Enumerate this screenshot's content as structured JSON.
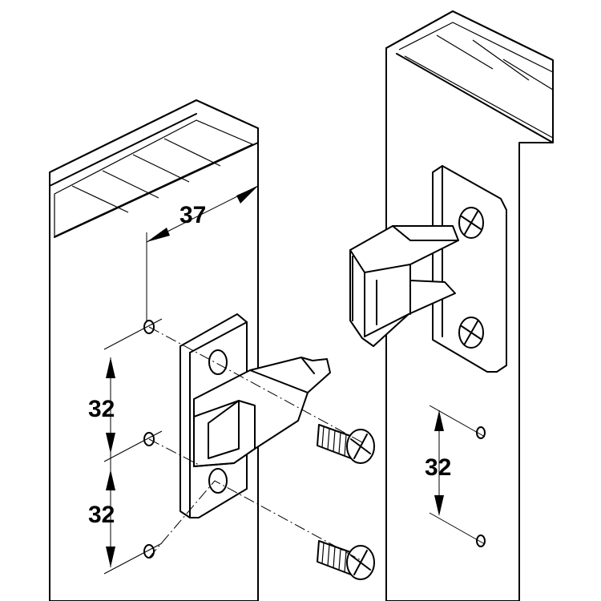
{
  "dimensions": {
    "spacing_top": "37",
    "pitch_left_upper": "32",
    "pitch_left_lower": "32",
    "pitch_right": "32"
  }
}
